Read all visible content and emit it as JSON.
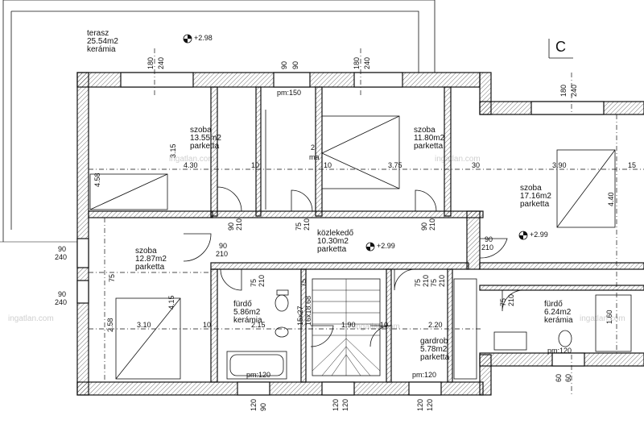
{
  "rooms": [
    {
      "id": "terrace",
      "name": "terasz",
      "area": "25.54m2",
      "floor": "kerámia"
    },
    {
      "id": "room1",
      "name": "szoba",
      "area": "13.55m2",
      "floor": "parketta"
    },
    {
      "id": "room2",
      "name": "szoba",
      "area": "11.80m2",
      "floor": "parketta"
    },
    {
      "id": "room3",
      "name": "szoba",
      "area": "17.16m2",
      "floor": "parketta"
    },
    {
      "id": "room4",
      "name": "szoba",
      "area": "12.87m2",
      "floor": "parketta"
    },
    {
      "id": "hall",
      "name": "közlekedő",
      "area": "10.30m2",
      "floor": "parketta"
    },
    {
      "id": "bath1",
      "name": "fürdő",
      "area": "5.86m2",
      "floor": "kerámia"
    },
    {
      "id": "bath2",
      "name": "fürdő",
      "area": "6.24m2",
      "floor": "kerámia"
    },
    {
      "id": "wardrobe",
      "name": "gardrob",
      "area": "5.78m2",
      "floor": "parketta"
    }
  ],
  "levels": {
    "terrace": "+2.98",
    "hall": "+2.99",
    "room3": "+2.99"
  },
  "section_mark": "C",
  "dims": {
    "w1": [
      "180",
      "240"
    ],
    "w2": [
      "90",
      "90"
    ],
    "w3": [
      "180",
      "240"
    ],
    "w4": [
      "180",
      "240"
    ],
    "win_left1": [
      "90",
      "240"
    ],
    "win_left2": [
      "90",
      "240"
    ],
    "b1": [
      "120",
      "90"
    ],
    "b2": [
      "120",
      "120"
    ],
    "b3": [
      "120",
      "120"
    ],
    "b4": [
      "60",
      "60"
    ],
    "room1_w": "4.30",
    "room1_h": "3.15",
    "room1_s": "4.58",
    "room2_w": "3.75",
    "room3_w": "3.90",
    "room3_h": "4.40",
    "room4_w": "3.10",
    "room4_h": "4.15",
    "room4_s": "2.58",
    "bath1_w": "2.15",
    "stair_w": "1.90",
    "ward_w": "2.20",
    "bath2_h": "1.60",
    "ten_a": "10",
    "ten_b": "10",
    "ten_c": "10",
    "ten_d": "10",
    "thirty": "30",
    "fifteen": "15",
    "pm150": "pm:150",
    "pm120a": "pm:120",
    "pm120b": "pm:120",
    "pm120c": "pm:120",
    "door_a": [
      "90",
      "210"
    ],
    "door_b": [
      "75",
      "210"
    ],
    "door_c": [
      "90",
      "210"
    ],
    "door_d": [
      "90",
      "210"
    ],
    "door_e": [
      "75",
      "210"
    ],
    "door_f": [
      "75",
      "210"
    ],
    "door_g": [
      "75",
      "210"
    ],
    "door_h": [
      "75",
      "210"
    ],
    "door_i": [
      "75",
      "210"
    ],
    "door_j": [
      "75",
      "210"
    ],
    "stair": [
      "15x27",
      "16x18.68"
    ],
    "small_2": "2",
    "small_ma": "ma"
  },
  "watermark": "ingatlan.com"
}
